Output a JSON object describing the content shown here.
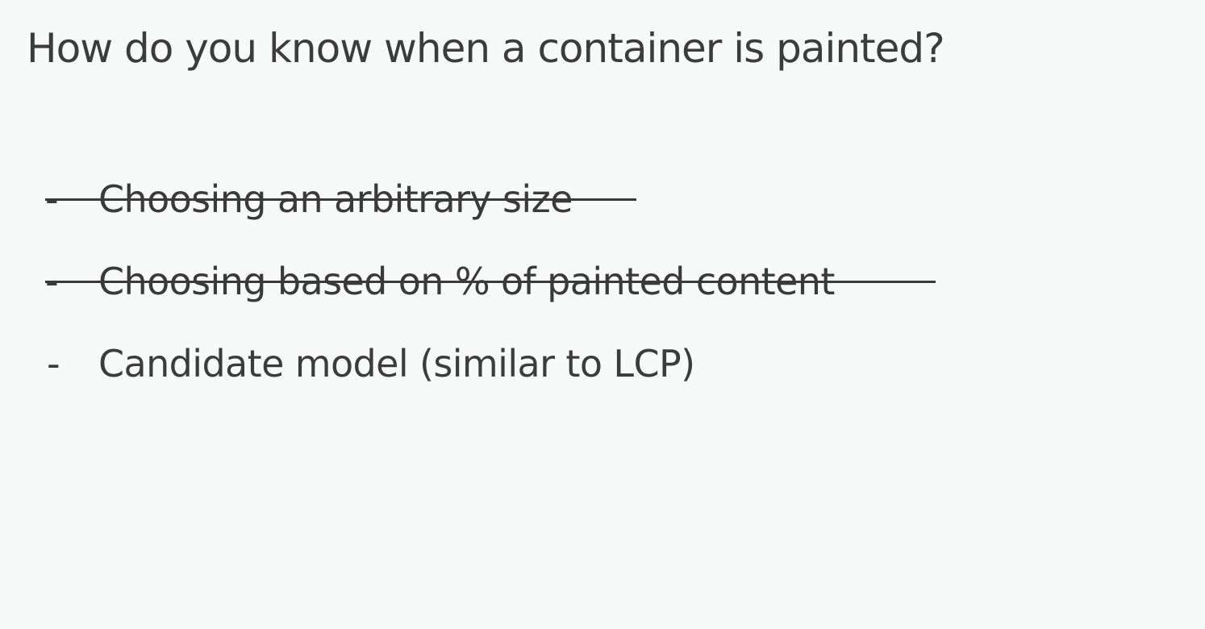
{
  "slide": {
    "title": "How do you know when a container is painted?",
    "bullets": [
      {
        "marker": "-",
        "text": "Choosing an arbitrary size",
        "struck": true
      },
      {
        "marker": "-",
        "text": "Choosing based on % of painted content",
        "struck": true
      },
      {
        "marker": "-",
        "text": "Candidate model (similar to LCP)",
        "struck": false
      }
    ]
  },
  "colors": {
    "background": "#f8f9f9",
    "text": "#3c3c3c"
  }
}
